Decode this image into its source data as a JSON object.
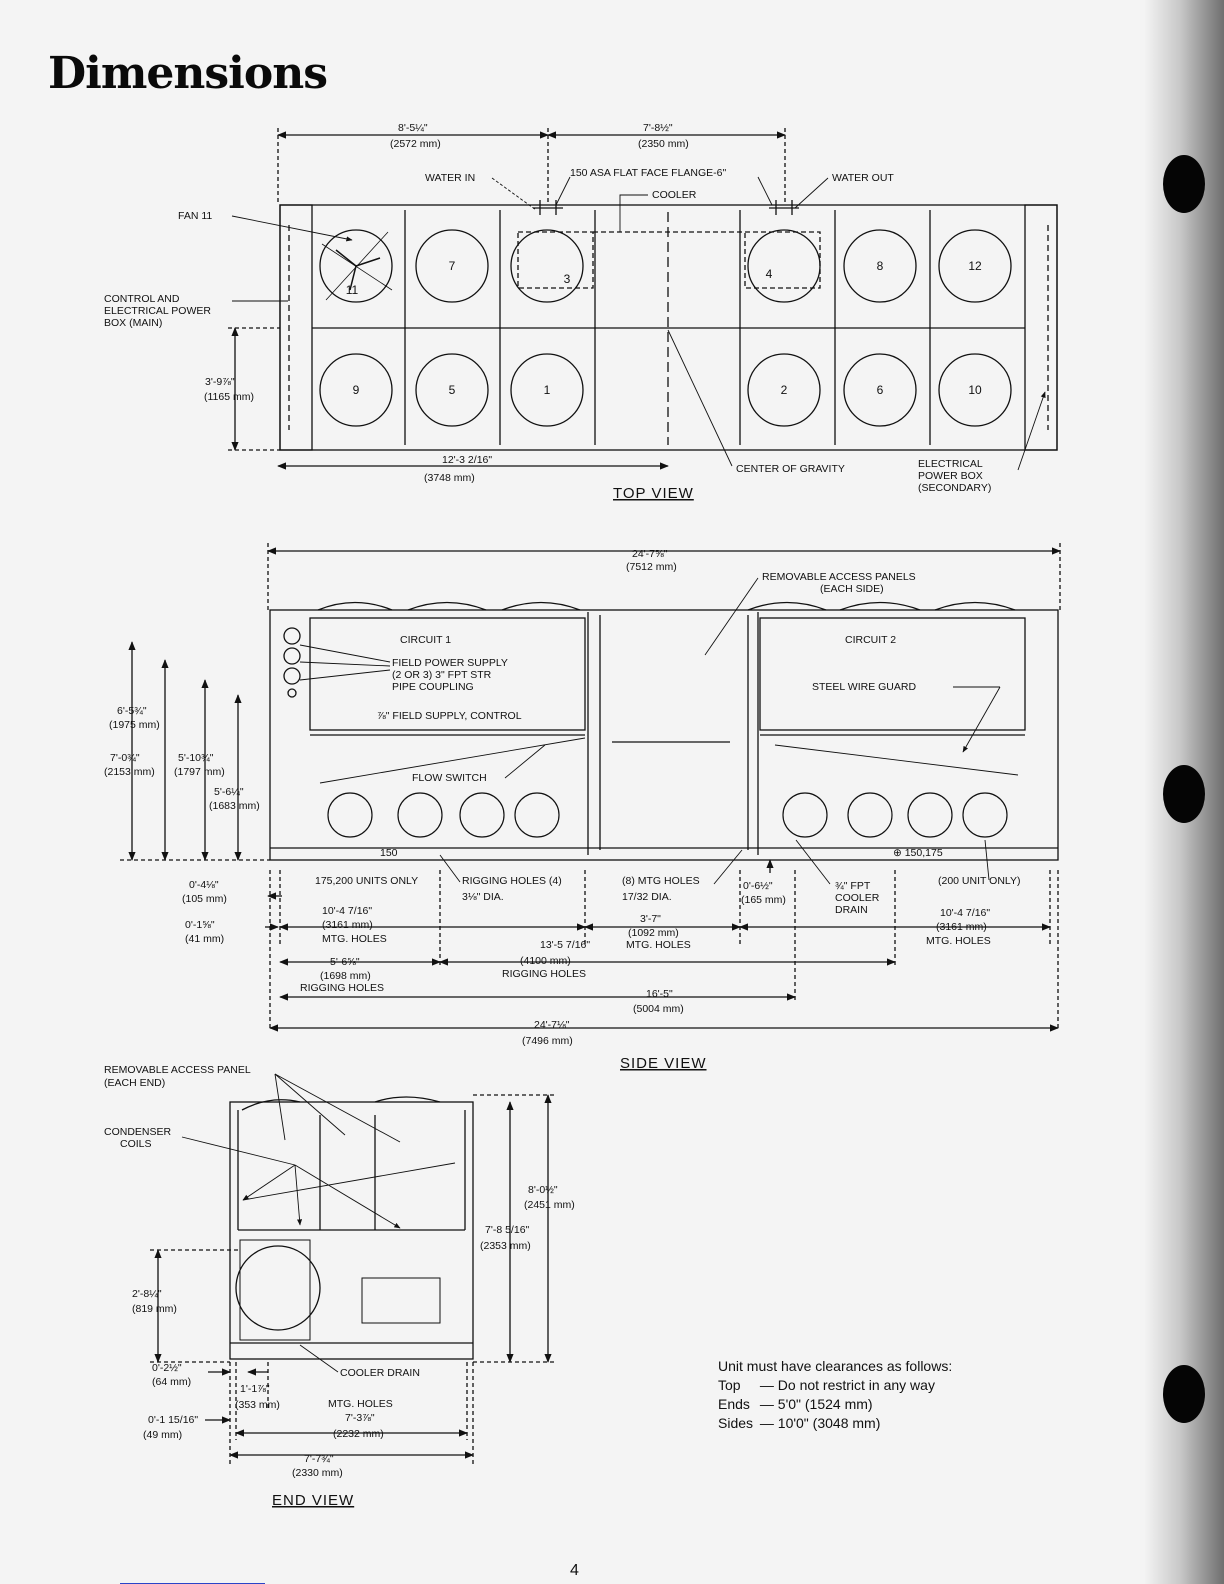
{
  "heading": "Dimensions",
  "top_view": {
    "title": "TOP VIEW",
    "dim_top_left": "8'-5¼\"",
    "dim_top_left_mm": "(2572 mm)",
    "dim_top_right": "7'-8½\"",
    "dim_top_right_mm": "(2350 mm)",
    "water_in": "WATER IN",
    "flange": "150 ASA FLAT FACE FLANGE-6\"",
    "water_out": "WATER OUT",
    "cooler": "COOLER",
    "fan": "FAN 11",
    "control_box": [
      "CONTROL AND",
      "ELECTRICAL POWER",
      "BOX (MAIN)"
    ],
    "dim_width": "3'-9⅞\"",
    "dim_width_mm": "(1165 mm)",
    "dim_cg": "12'-3 2/16\"",
    "dim_cg_mm": "(3748 mm)",
    "center_of_gravity": "CENTER OF GRAVITY",
    "secondary_box": [
      "ELECTRICAL",
      "POWER BOX",
      "(SECONDARY)"
    ],
    "fans_top_row": [
      "11",
      "7",
      "3",
      "4",
      "8",
      "12"
    ],
    "fans_bottom_row": [
      "9",
      "5",
      "1",
      "2",
      "6",
      "10"
    ]
  },
  "side_view": {
    "title": "SIDE VIEW",
    "overall_top": "24'-7⅝\"",
    "overall_top_mm": "(7512 mm)",
    "access_panels": [
      "REMOVABLE ACCESS PANELS",
      "(EACH SIDE)"
    ],
    "circuit_1": "CIRCUIT 1",
    "circuit_2": "CIRCUIT 2",
    "field_power": [
      "FIELD POWER SUPPLY",
      "(2 OR 3) 3\" FPT STR",
      "PIPE COUPLING"
    ],
    "field_control": "⅞\" FIELD SUPPLY, CONTROL",
    "steel_guard": "STEEL WIRE GUARD",
    "flow_switch": "FLOW SWITCH",
    "h_6_5": "6'-5¾\"",
    "h_6_5_mm": "(1975 mm)",
    "h_7_0": "7'-0¾\"",
    "h_7_0_mm": "(2153 mm)",
    "h_5_10": "5'-10¾\"",
    "h_5_10_mm": "(1797 mm)",
    "h_5_6": "5'-6¼\"",
    "h_5_6_mm": "(1683 mm)",
    "label_150": "150",
    "label_150_175": "⊕ 150,175",
    "units_175_200": "175,200 UNITS ONLY",
    "rigging_holes_4": "RIGGING HOLES (4)",
    "rigging_dia": "3⅛\" DIA.",
    "mtg_holes_8": "(8) MTG HOLES",
    "mtg_dia": "17/32 DIA.",
    "h_0_6": "0'-6½\"",
    "h_0_6_mm": "(165 mm)",
    "cooler_drain": [
      "¾\" FPT",
      "COOLER",
      "DRAIN"
    ],
    "unit_200_only": "(200 UNIT ONLY)",
    "d_0_4": "0'-4⅛\"",
    "d_0_4_mm": "(105 mm)",
    "d_0_1": "0'-1⅝\"",
    "d_0_1_mm": "(41 mm)",
    "d_10_4_left": "10'-4 7/16\"",
    "d_10_4_left_mm": "(3161 mm)",
    "mtg_holes_left": "MTG. HOLES",
    "d_3_7": "3'-7\"",
    "d_3_7_mm": "(1092 mm)",
    "mtg_holes_mid": "MTG. HOLES",
    "d_10_4_right": "10'-4 7/16\"",
    "d_10_4_right_mm": "(3161 mm)",
    "mtg_holes_right": "MTG. HOLES",
    "d_13_5": "13'-5 7/16\"",
    "d_13_5_mm": "(4100 mm)",
    "rigging_holes_mid": "RIGGING HOLES",
    "d_5_6": "5'-6⅝\"",
    "d_5_6_mm": "(1698 mm)",
    "rigging_holes_left": "RIGGING HOLES",
    "d_16_5": "16'-5\"",
    "d_16_5_mm": "(5004 mm)",
    "overall_bottom": "24'-7⅛\"",
    "overall_bottom_mm": "(7496 mm)"
  },
  "end_view": {
    "title": "END VIEW",
    "access_panel": [
      "REMOVABLE ACCESS PANEL",
      "(EACH END)"
    ],
    "condenser": [
      "CONDENSER",
      "COILS"
    ],
    "h_8_0": "8'-0½\"",
    "h_8_0_mm": "(2451 mm)",
    "h_7_8": "7'-8 5/16\"",
    "h_7_8_mm": "(2353 mm)",
    "h_2_8": "2'-8¼\"",
    "h_2_8_mm": "(819 mm)",
    "cooler_drain": "COOLER DRAIN",
    "d_0_2": "0'-2½\"",
    "d_0_2_mm": "(64 mm)",
    "d_1_1": "1'-1⅞\"",
    "d_1_1_mm": "(353 mm)",
    "mtg_holes": "MTG. HOLES",
    "d_7_3": "7'-3⅞\"",
    "d_7_3_mm": "(2232 mm)",
    "d_0_1": "0'-1 15/16\"",
    "d_0_1_mm": "(49 mm)",
    "d_7_7": "7'-7¾\"",
    "d_7_7_mm": "(2330 mm)"
  },
  "clearances": {
    "intro": "Unit must have clearances as follows:",
    "rows": [
      {
        "side": "Top",
        "value": "— Do not restrict in any way"
      },
      {
        "side": "Ends",
        "value": "— 5'0\"   (1524 mm)"
      },
      {
        "side": "Sides",
        "value": "— 10'0\"   (3048 mm)"
      }
    ]
  },
  "page_number": "4",
  "colors": {
    "paper": "#f4f4f4",
    "ink": "#111111",
    "binder_hole": "#050505"
  }
}
